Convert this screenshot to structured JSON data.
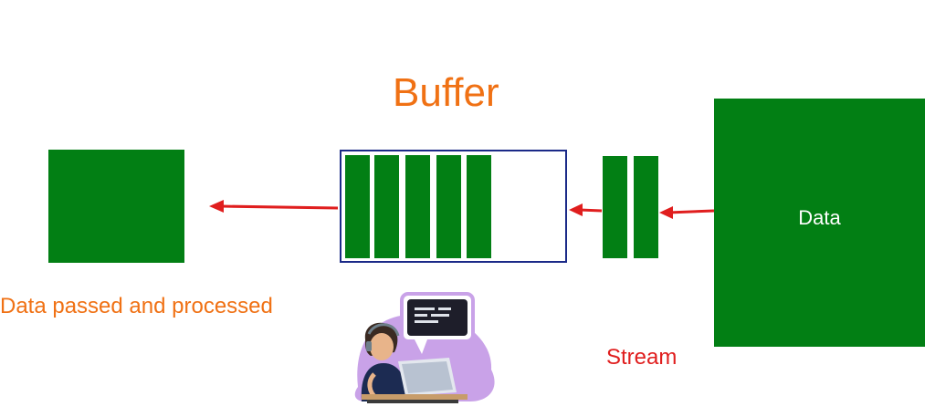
{
  "diagram": {
    "title": "Buffer",
    "source_label": "Data",
    "processed_caption": "Data passed and processed",
    "stream_caption": "Stream",
    "buffer_slot_count": 5,
    "stream_slot_count": 2,
    "colors": {
      "block_green": "#027f14",
      "title_orange": "#f07114",
      "arrow_red": "#e01e1e",
      "buffer_border": "#1b2a88"
    },
    "illustration": "person-at-laptop-with-code-bubble"
  }
}
